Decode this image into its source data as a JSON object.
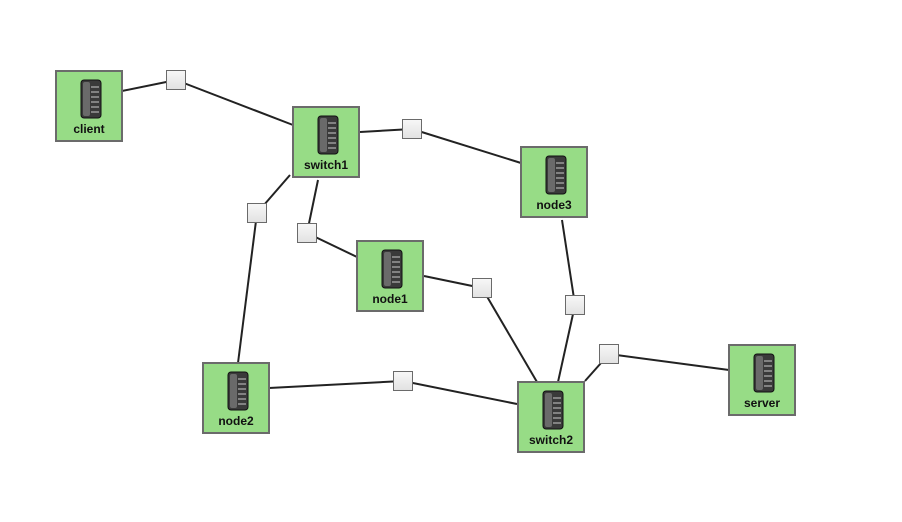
{
  "nodes": [
    {
      "id": "client",
      "label": "client",
      "icon": "server-rack-icon"
    },
    {
      "id": "switch1",
      "label": "switch1",
      "icon": "server-rack-icon"
    },
    {
      "id": "node3",
      "label": "node3",
      "icon": "server-rack-icon"
    },
    {
      "id": "node1",
      "label": "node1",
      "icon": "server-rack-icon"
    },
    {
      "id": "node2",
      "label": "node2",
      "icon": "server-rack-icon"
    },
    {
      "id": "switch2",
      "label": "switch2",
      "icon": "server-rack-icon"
    },
    {
      "id": "server",
      "label": "server",
      "icon": "server-rack-icon"
    }
  ],
  "links": [
    {
      "from": "client",
      "to": "switch1"
    },
    {
      "from": "switch1",
      "to": "node3"
    },
    {
      "from": "switch1",
      "to": "node2"
    },
    {
      "from": "switch1",
      "to": "node1"
    },
    {
      "from": "node1",
      "to": "switch2"
    },
    {
      "from": "node3",
      "to": "switch2"
    },
    {
      "from": "switch2",
      "to": "server"
    },
    {
      "from": "node2",
      "to": "switch2"
    }
  ],
  "colors": {
    "node_fill": "#97dc86",
    "node_border": "#6b6b6b",
    "link": "#222222",
    "interface_fill": "#eeeeee"
  }
}
